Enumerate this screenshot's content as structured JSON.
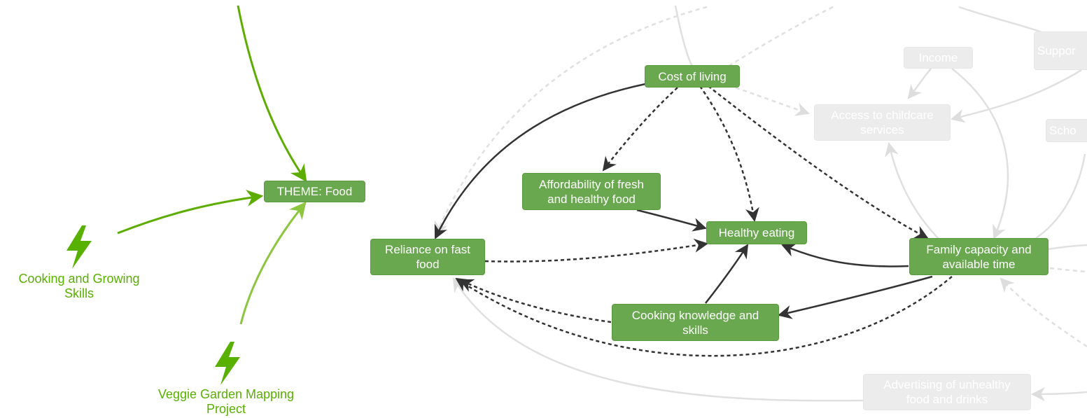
{
  "colors": {
    "node_fill": "#6aa84f",
    "node_text": "#ffffff",
    "faded_node_fill": "#ececec",
    "edge_dark": "#333333",
    "edge_faded": "#dddddd",
    "intervention_green": "#58b000",
    "theme_link": "#5cad00",
    "theme_link_light": "#8cc63f"
  },
  "nodes": {
    "theme_food": "THEME: Food",
    "cost_of_living": "Cost of living",
    "affordability": "Affordability of fresh\nand healthy food",
    "healthy_eating": "Healthy eating",
    "reliance_fast_food": "Reliance on fast\nfood",
    "family_capacity": "Family capacity and\navailable time",
    "cooking_knowledge": "Cooking knowledge and\nskills"
  },
  "faded_nodes": {
    "income": "Income",
    "support": "Suppor",
    "childcare": "Access to childcare\nservices",
    "school": "Scho",
    "advertising": "Advertising of unhealthy\nfood and drinks"
  },
  "interventions": {
    "cooking_growing": "Cooking and Growing\nSkills",
    "veggie_garden": "Veggie Garden Mapping\nProject"
  },
  "icons": {
    "intervention_icon": "lightning-bolt-icon"
  }
}
